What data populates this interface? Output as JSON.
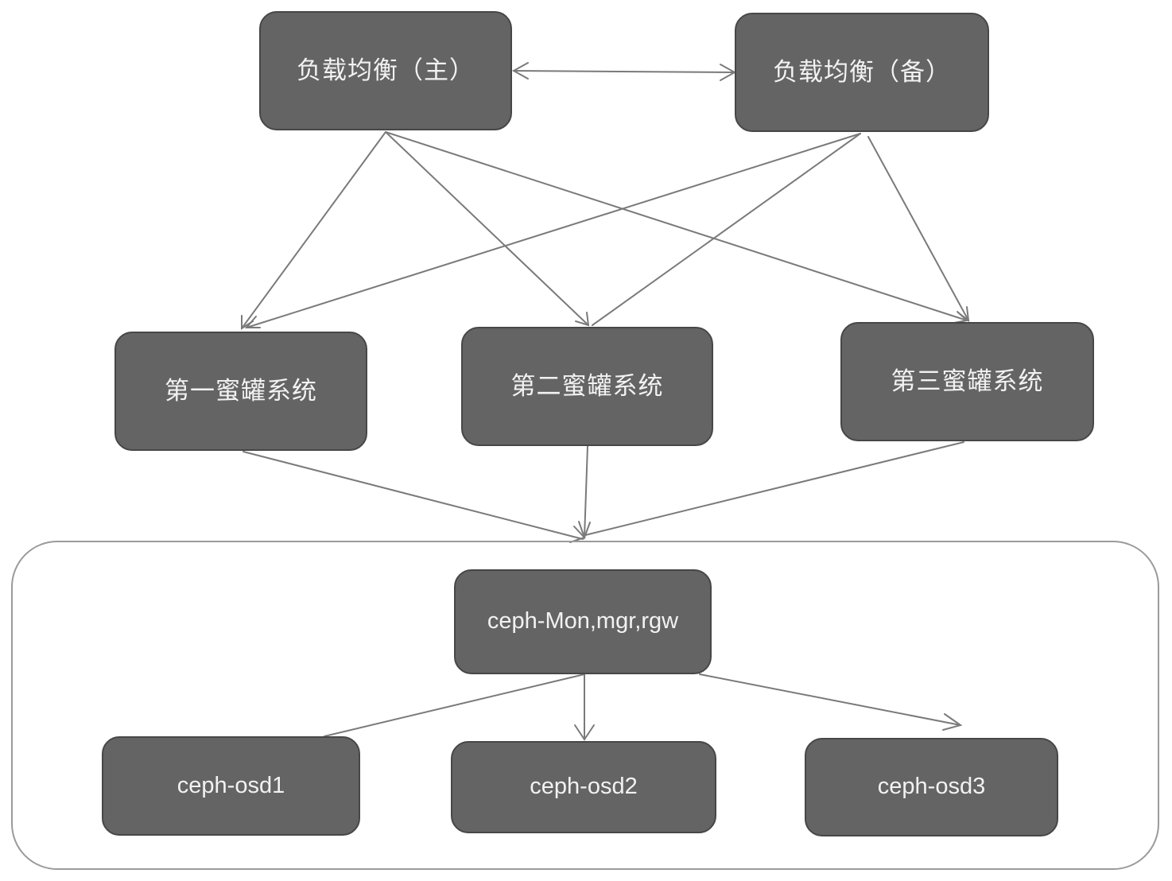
{
  "nodes": {
    "lb_primary": "负载均衡（主）",
    "lb_backup": "负载均衡（备）",
    "honeypot_1": "第一蜜罐系统",
    "honeypot_2": "第二蜜罐系统",
    "honeypot_3": "第三蜜罐系统",
    "ceph_mon": "ceph-Mon,mgr,rgw",
    "ceph_osd1": "ceph-osd1",
    "ceph_osd2": "ceph-osd2",
    "ceph_osd3": "ceph-osd3"
  },
  "colors": {
    "node_fill": "#646464",
    "node_border": "#474747",
    "node_text": "#f2f2f2",
    "edge": "#7a7a7a",
    "group_border": "#9a9a9a"
  },
  "edges": [
    {
      "from": "lb_primary",
      "to": "lb_backup",
      "bidirectional": true
    },
    {
      "from": "lb_primary",
      "to": "honeypot_1"
    },
    {
      "from": "lb_primary",
      "to": "honeypot_2"
    },
    {
      "from": "lb_primary",
      "to": "honeypot_3"
    },
    {
      "from": "lb_backup",
      "to": "honeypot_1"
    },
    {
      "from": "lb_backup",
      "to": "honeypot_2"
    },
    {
      "from": "lb_backup",
      "to": "honeypot_3"
    },
    {
      "from": "honeypot_1",
      "to": "ceph_cluster"
    },
    {
      "from": "honeypot_2",
      "to": "ceph_cluster"
    },
    {
      "from": "honeypot_3",
      "to": "ceph_cluster"
    },
    {
      "from": "ceph_mon",
      "to": "ceph_osd1"
    },
    {
      "from": "ceph_mon",
      "to": "ceph_osd2"
    },
    {
      "from": "ceph_mon",
      "to": "ceph_osd3"
    }
  ]
}
